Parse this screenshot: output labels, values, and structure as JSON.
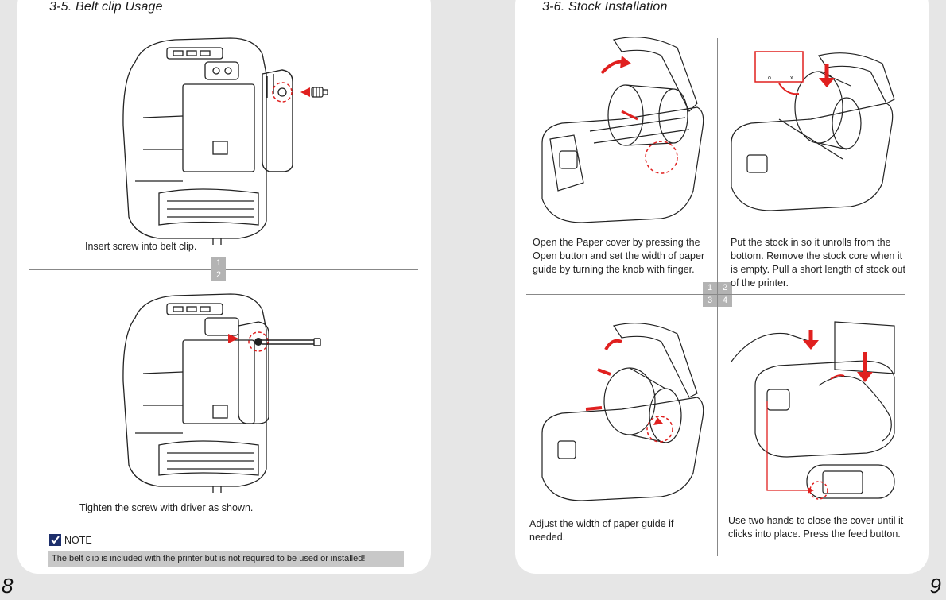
{
  "left_page": {
    "title": "3-5. Belt clip Usage",
    "step1_caption": "Insert screw into belt clip.",
    "step2_caption": "Tighten the screw with driver as shown.",
    "step_numbers": [
      "1",
      "2"
    ],
    "note_label": "NOTE",
    "note_text": "The belt clip is included with the printer but is not required to be used or installed!",
    "page_number": "8"
  },
  "right_page": {
    "title": "3-6. Stock Installation",
    "captions": [
      "Open the Paper cover by pressing the Open button and set the width of paper guide by turning the knob with finger.",
      "Put the stock in so it unrolls from the bottom. Remove the stock core when it is empty. Pull a short length of stock out of the printer.",
      "Adjust the width of paper guide if needed.",
      "Use two hands to close the cover until it clicks into place.  Press the feed button."
    ],
    "step_numbers": [
      "1",
      "2",
      "3",
      "4"
    ],
    "inset_marks": [
      "o",
      "x"
    ],
    "page_number": "9"
  },
  "colors": {
    "accent_red": "#e0201f",
    "note_check": "#1d2f6b",
    "step_gray": "#b3b3b3"
  }
}
